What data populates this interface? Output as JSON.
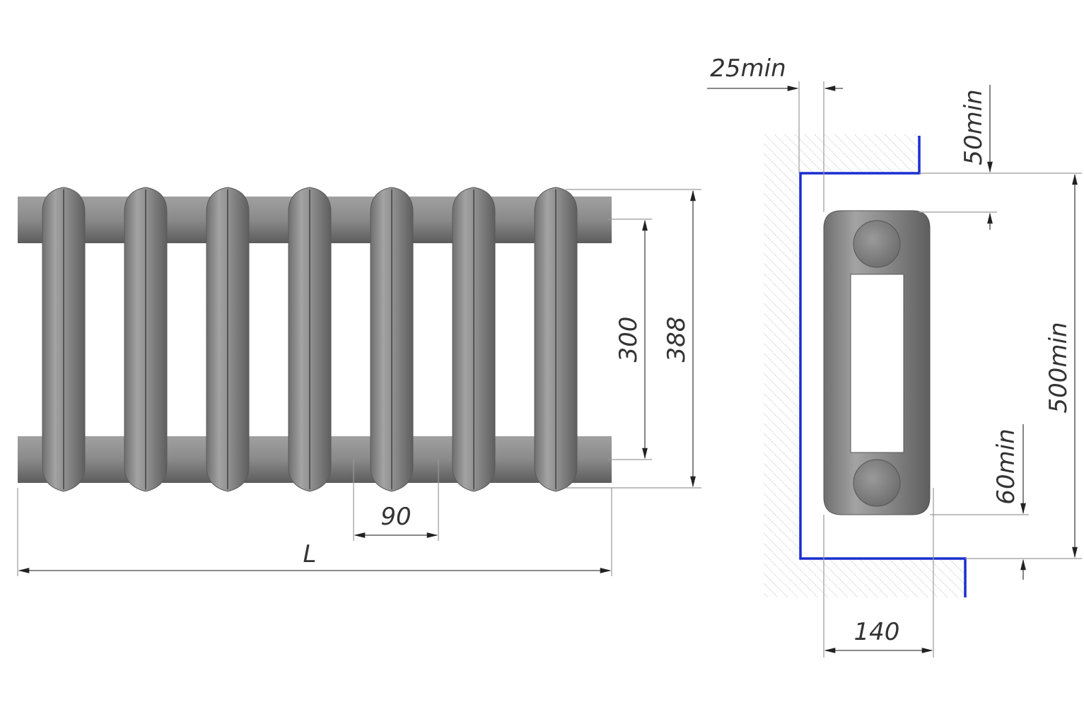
{
  "front_view": {
    "section_count": 7,
    "dimensions": {
      "height_total": "388",
      "axis_distance": "300",
      "section_pitch": "90",
      "length": "L"
    }
  },
  "side_view": {
    "dimensions": {
      "wall_gap": "25min",
      "top_clearance": "50min",
      "niche_height": "500min",
      "floor_clearance": "60min",
      "depth": "140"
    }
  },
  "colors": {
    "wall_line": "#1a2fd0",
    "metal": "#8a8a8a",
    "hatch": "#bbbbbb"
  }
}
